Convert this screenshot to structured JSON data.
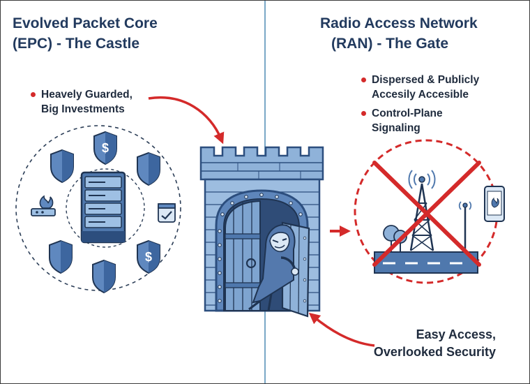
{
  "left_panel": {
    "title_line1": "Evolved Packet Core",
    "title_line2": "(EPC) - The Castle",
    "bullets": [
      {
        "line1": "Heavely Guarded,",
        "line2": "Big Investments"
      }
    ]
  },
  "right_panel": {
    "title_line1": "Radio Access Network",
    "title_line2": "(RAN) - The Gate",
    "bullets": [
      {
        "line1": "Dispersed & Publicly",
        "line2": "Accesily Accesible"
      },
      {
        "line1": "Control-Plane",
        "line2": "Signaling"
      }
    ],
    "caption_line1": "Easy Access,",
    "caption_line2": "Overlooked Security"
  },
  "colors": {
    "title": "#223a5e",
    "accent_red": "#d42a2a",
    "castle_blue": "#8fb2d9",
    "divider": "#7aa7c7"
  },
  "icons": [
    "server-icon",
    "shield-icon",
    "dollar-shield-icon",
    "fire-icon",
    "checklist-icon",
    "castle-icon",
    "hooded-intruder-icon",
    "radio-tower-icon",
    "smartphone-icon",
    "tree-icon",
    "road-icon",
    "prohibited-cross-icon"
  ]
}
